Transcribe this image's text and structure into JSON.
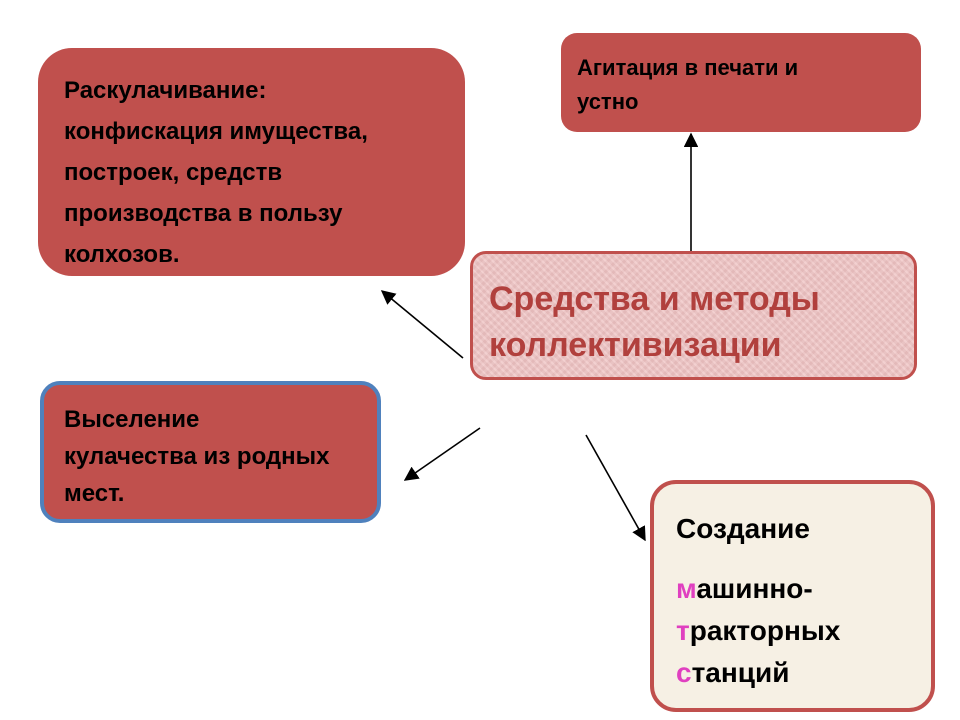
{
  "diagram": {
    "dekulakization": {
      "lines": [
        "Раскулачивание:",
        "конфискация имущества,",
        "построек, средств",
        "производства в пользу",
        "колхозов."
      ]
    },
    "agitation": {
      "lines": [
        "Агитация в печати и",
        "устно"
      ]
    },
    "center": {
      "lines": [
        "Средства и методы",
        "коллективизации"
      ]
    },
    "eviction": {
      "lines": [
        "Выселение",
        "кулачества из родных",
        "мест."
      ]
    },
    "mts": {
      "title": "Создание",
      "line1_first": "м",
      "line1_rest": "ашинно-",
      "line2_first": "т",
      "line2_rest": "ракторных",
      "line3_first": "с",
      "line3_rest": "танций"
    }
  },
  "colors": {
    "box_red": "#c0504d",
    "center_fill": "#efc3c3",
    "center_text": "#b1403d",
    "eviction_border": "#4f81bd",
    "mts_fill": "#f6f0e4",
    "highlight": "#e040c0"
  }
}
